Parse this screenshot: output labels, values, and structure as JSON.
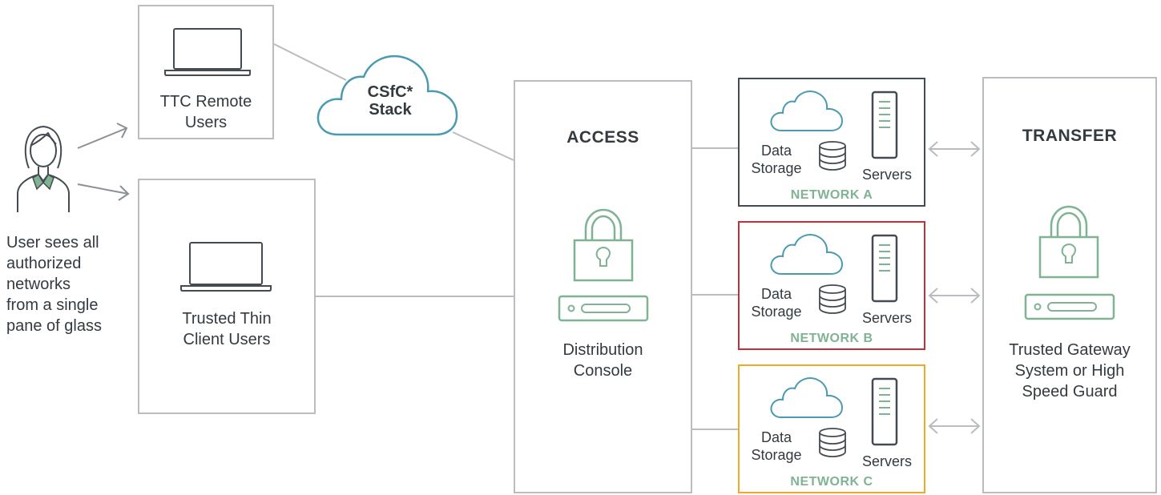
{
  "user": {
    "caption_lines": [
      "User sees all",
      "authorized",
      "networks",
      "from a single",
      "pane of glass"
    ]
  },
  "remote_users": {
    "lines": [
      "TTC Remote",
      "Users"
    ]
  },
  "thin_client_users": {
    "lines": [
      "Trusted Thin",
      "Client Users"
    ]
  },
  "cloud": {
    "lines": [
      "CSfC*",
      "Stack"
    ]
  },
  "access": {
    "title": "ACCESS",
    "caption_lines": [
      "Distribution",
      "Console"
    ]
  },
  "networks": [
    {
      "label": "NETWORK A",
      "storage_lines": [
        "Data",
        "Storage"
      ],
      "servers": "Servers",
      "border_color": "#444b52"
    },
    {
      "label": "NETWORK B",
      "storage_lines": [
        "Data",
        "Storage"
      ],
      "servers": "Servers",
      "border_color": "#c0303a"
    },
    {
      "label": "NETWORK C",
      "storage_lines": [
        "Data",
        "Storage"
      ],
      "servers": "Servers",
      "border_color": "#eeaa22"
    }
  ],
  "transfer": {
    "title": "TRANSFER",
    "caption_lines": [
      "Trusted Gateway",
      "System or High",
      "Speed Guard"
    ]
  },
  "colors": {
    "gray_line": "#b9bcc0",
    "arrow": "#9aa0a6",
    "green_icon": "#7fb394",
    "blue_cloud": "#4a9bb0",
    "dark_icon": "#444b52",
    "text": "#333a40"
  },
  "icons": [
    "user-icon",
    "laptop-icon",
    "cloud-icon",
    "padlock-icon",
    "console-device-icon",
    "database-icon",
    "server-tower-icon",
    "double-arrow-icon"
  ]
}
